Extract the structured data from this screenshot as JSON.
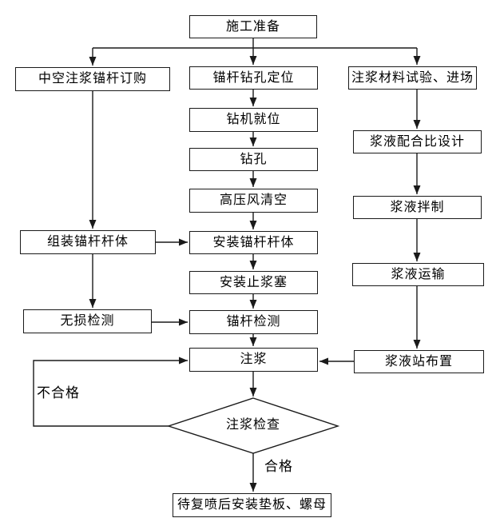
{
  "flowchart": {
    "nodes": {
      "prep": {
        "label": "施工准备"
      },
      "order": {
        "label": "中空注浆锚杆订购"
      },
      "position": {
        "label": "锚杆钻孔定位"
      },
      "material": {
        "label": "注浆材料试验、进场"
      },
      "drillplace": {
        "label": "钻机就位"
      },
      "mixdesign": {
        "label": "浆液配合比设计"
      },
      "drill": {
        "label": "钻孔"
      },
      "airclean": {
        "label": "高压风清空"
      },
      "groutmix": {
        "label": "浆液拌制"
      },
      "assemble": {
        "label": "组装锚杆杆体"
      },
      "installbody": {
        "label": "安装锚杆杆体"
      },
      "transport": {
        "label": "浆液运输"
      },
      "installplug": {
        "label": "安装止浆塞"
      },
      "ndt": {
        "label": "无损检测"
      },
      "bolttest": {
        "label": "锚杆检测"
      },
      "grouting": {
        "label": "注浆"
      },
      "station": {
        "label": "浆液站布置"
      },
      "check": {
        "label": "注浆检查"
      },
      "final": {
        "label": "待复喷后安装垫板、螺母"
      }
    },
    "edge_labels": {
      "fail": "不合格",
      "pass": "合格"
    },
    "colors": {
      "line": "#1a1a1a",
      "box_background": "#ffffff",
      "text": "#000000"
    }
  }
}
